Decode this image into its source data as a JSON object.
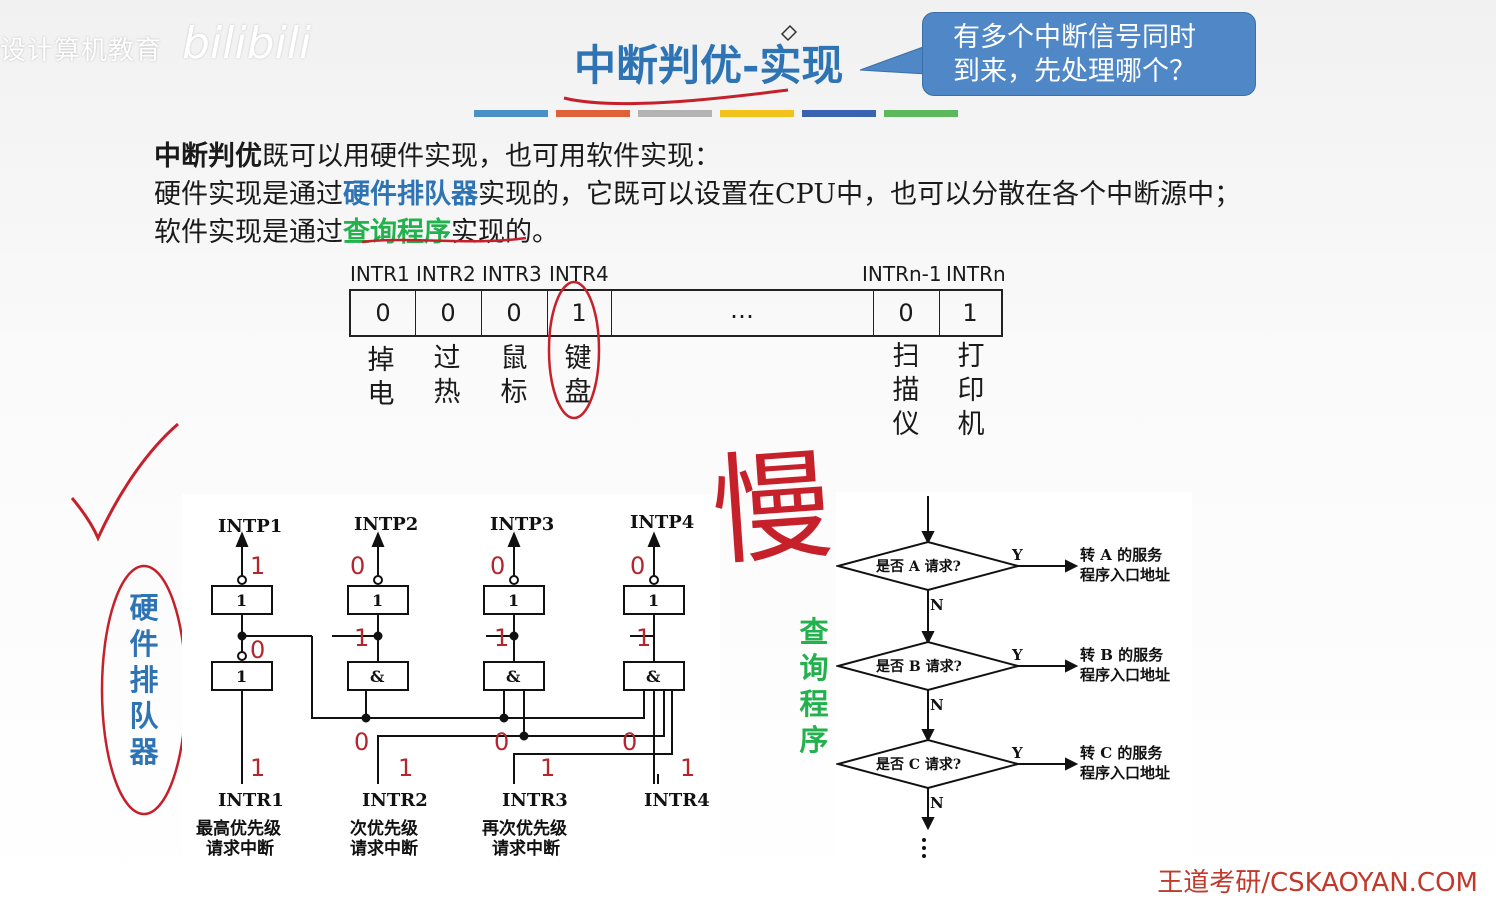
{
  "watermark": "设计算机教育",
  "watermark_mark": "bilibili",
  "title": "中断判优-实现",
  "callout": {
    "line1": "有多个中断信号同时",
    "line2": "到来，先处理哪个？"
  },
  "color_bars": [
    "#4a90c8",
    "#e0603a",
    "#b3b3b3",
    "#f2c21b",
    "#3a62b0",
    "#5cb85c"
  ],
  "intro": {
    "line1_bold": "中断判优",
    "line1_rest": "既可以用硬件实现，也可用软件实现：",
    "line2_pre": "硬件实现是通过",
    "line2_hl": "硬件排队器",
    "line2_post": "实现的，它既可以设置在CPU中，也可以分散在各个中断源中；",
    "line3_pre": "软件实现是通过",
    "line3_hl": "查询程序",
    "line3_post": "实现的。"
  },
  "register": {
    "labels": [
      "INTR1",
      "INTR2",
      "INTR3",
      "INTR4",
      "INTRn-1",
      "INTRn"
    ],
    "cells": [
      "0",
      "0",
      "0",
      "1",
      "…",
      "0",
      "1"
    ],
    "devices": [
      {
        "c1": "掉",
        "c2": "电",
        "c3": ""
      },
      {
        "c1": "过",
        "c2": "热",
        "c3": ""
      },
      {
        "c1": "鼠",
        "c2": "标",
        "c3": ""
      },
      {
        "c1": "键",
        "c2": "盘",
        "c3": ""
      },
      {
        "c1": "扫",
        "c2": "描",
        "c3": "仪"
      },
      {
        "c1": "打",
        "c2": "印",
        "c3": "机"
      }
    ]
  },
  "hardware": {
    "side_label": [
      "硬",
      "件",
      "排",
      "队",
      "器"
    ],
    "outputs": [
      "INTP1",
      "INTP2",
      "INTP3",
      "INTP4"
    ],
    "inputs": [
      "INTR1",
      "INTR2",
      "INTR3",
      "INTR4"
    ],
    "gates_top": [
      "1",
      "1",
      "1",
      "1"
    ],
    "gates_bottom": [
      "1",
      "&",
      "&",
      "&"
    ],
    "captions": [
      {
        "l1": "最高优先级",
        "l2": "请求中断"
      },
      {
        "l1": "次优先级",
        "l2": "请求中断"
      },
      {
        "l1": "再次优先级",
        "l2": "请求中断"
      }
    ],
    "annotations": {
      "out": [
        "1",
        "0",
        "0",
        "0"
      ],
      "mid": [
        "0",
        "1",
        "1",
        "1"
      ],
      "low": [
        "0",
        "0",
        "0"
      ],
      "in": [
        "1",
        "1",
        "1",
        "1"
      ]
    }
  },
  "software": {
    "side_label": [
      "查",
      "询",
      "程",
      "序"
    ],
    "handwritten": "慢",
    "questions": [
      "是否 A 请求?",
      "是否 B 请求?",
      "是否 C 请求?"
    ],
    "actions": [
      {
        "l1": "转 A 的服务",
        "l2": "程序入口地址"
      },
      {
        "l1": "转 B 的服务",
        "l2": "程序入口地址"
      },
      {
        "l1": "转 C 的服务",
        "l2": "程序入口地址"
      }
    ],
    "yes": "Y",
    "no": "N"
  },
  "brand": "王道考研/CSKAOYAN.COM"
}
